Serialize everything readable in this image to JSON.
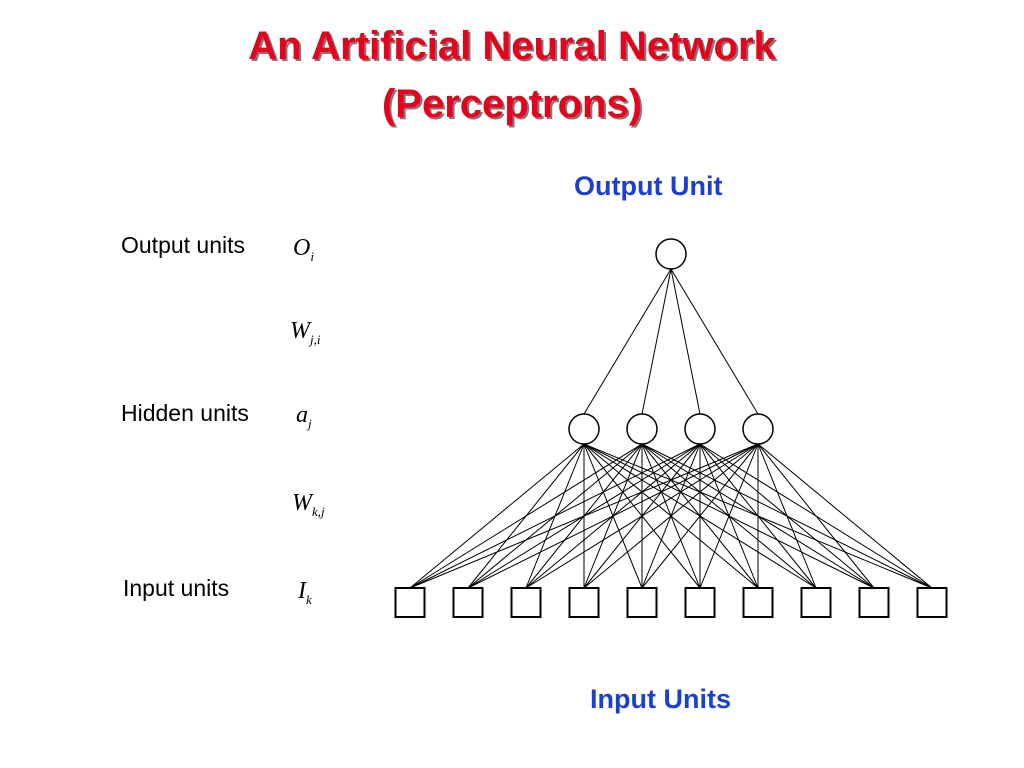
{
  "title": {
    "line1": "An Artificial Neural Network",
    "line2": "(Perceptrons)"
  },
  "labels": {
    "output_unit": "Output Unit",
    "input_units": "Input Units"
  },
  "legend": {
    "output_units": "Output units",
    "hidden_units": "Hidden units",
    "input_units": "Input units"
  },
  "symbols": {
    "output": {
      "base": "O",
      "sub": "i"
    },
    "weight_hidden_output": {
      "base": "W",
      "sub": "j,i"
    },
    "hidden": {
      "base": "a",
      "sub": "j"
    },
    "weight_input_hidden": {
      "base": "W",
      "sub": "k,j"
    },
    "input": {
      "base": "I",
      "sub": "k"
    }
  },
  "network": {
    "output_nodes": 1,
    "hidden_nodes": 4,
    "input_nodes": 10,
    "fully_connected": true
  },
  "colors": {
    "title": "#e8001c",
    "label_blue": "#1a3fd1",
    "lines": "#000000"
  }
}
